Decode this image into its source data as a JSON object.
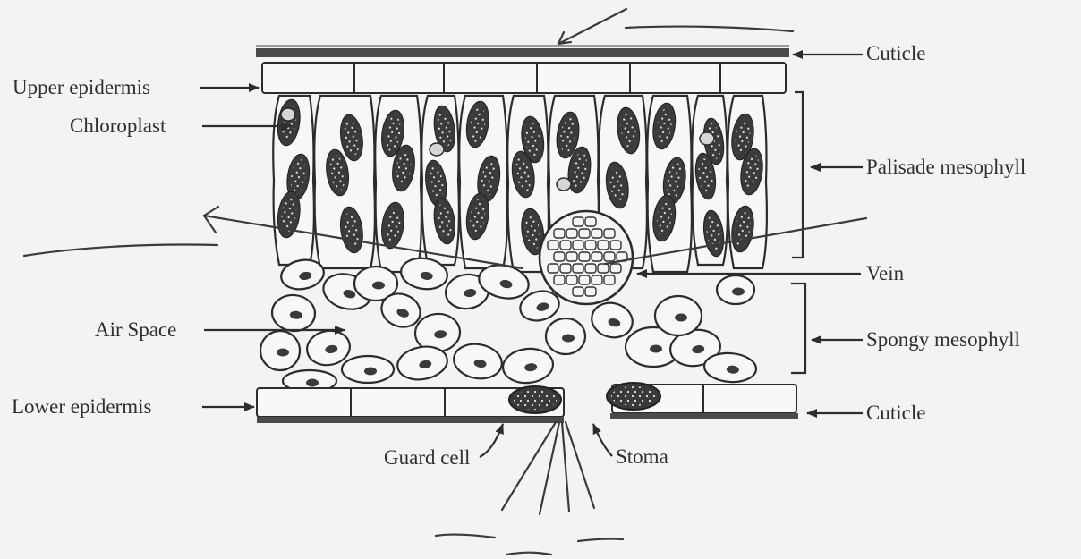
{
  "labels": {
    "cuticle_top": "Cuticle",
    "upper_epidermis": "Upper epidermis",
    "chloroplast": "Chloroplast",
    "palisade_mesophyll": "Palisade mesophyll",
    "vein": "Vein",
    "air_space": "Air Space",
    "spongy_mesophyll": "Spongy mesophyll",
    "lower_epidermis": "Lower epidermis",
    "cuticle_bottom": "Cuticle",
    "guard_cell": "Guard cell",
    "stoma": "Stoma"
  },
  "colors": {
    "ink": "#2f2f2f",
    "paper": "#f3f3f1",
    "chloroplast_fill": "#3b3b3b",
    "cuticle": "#555555"
  }
}
